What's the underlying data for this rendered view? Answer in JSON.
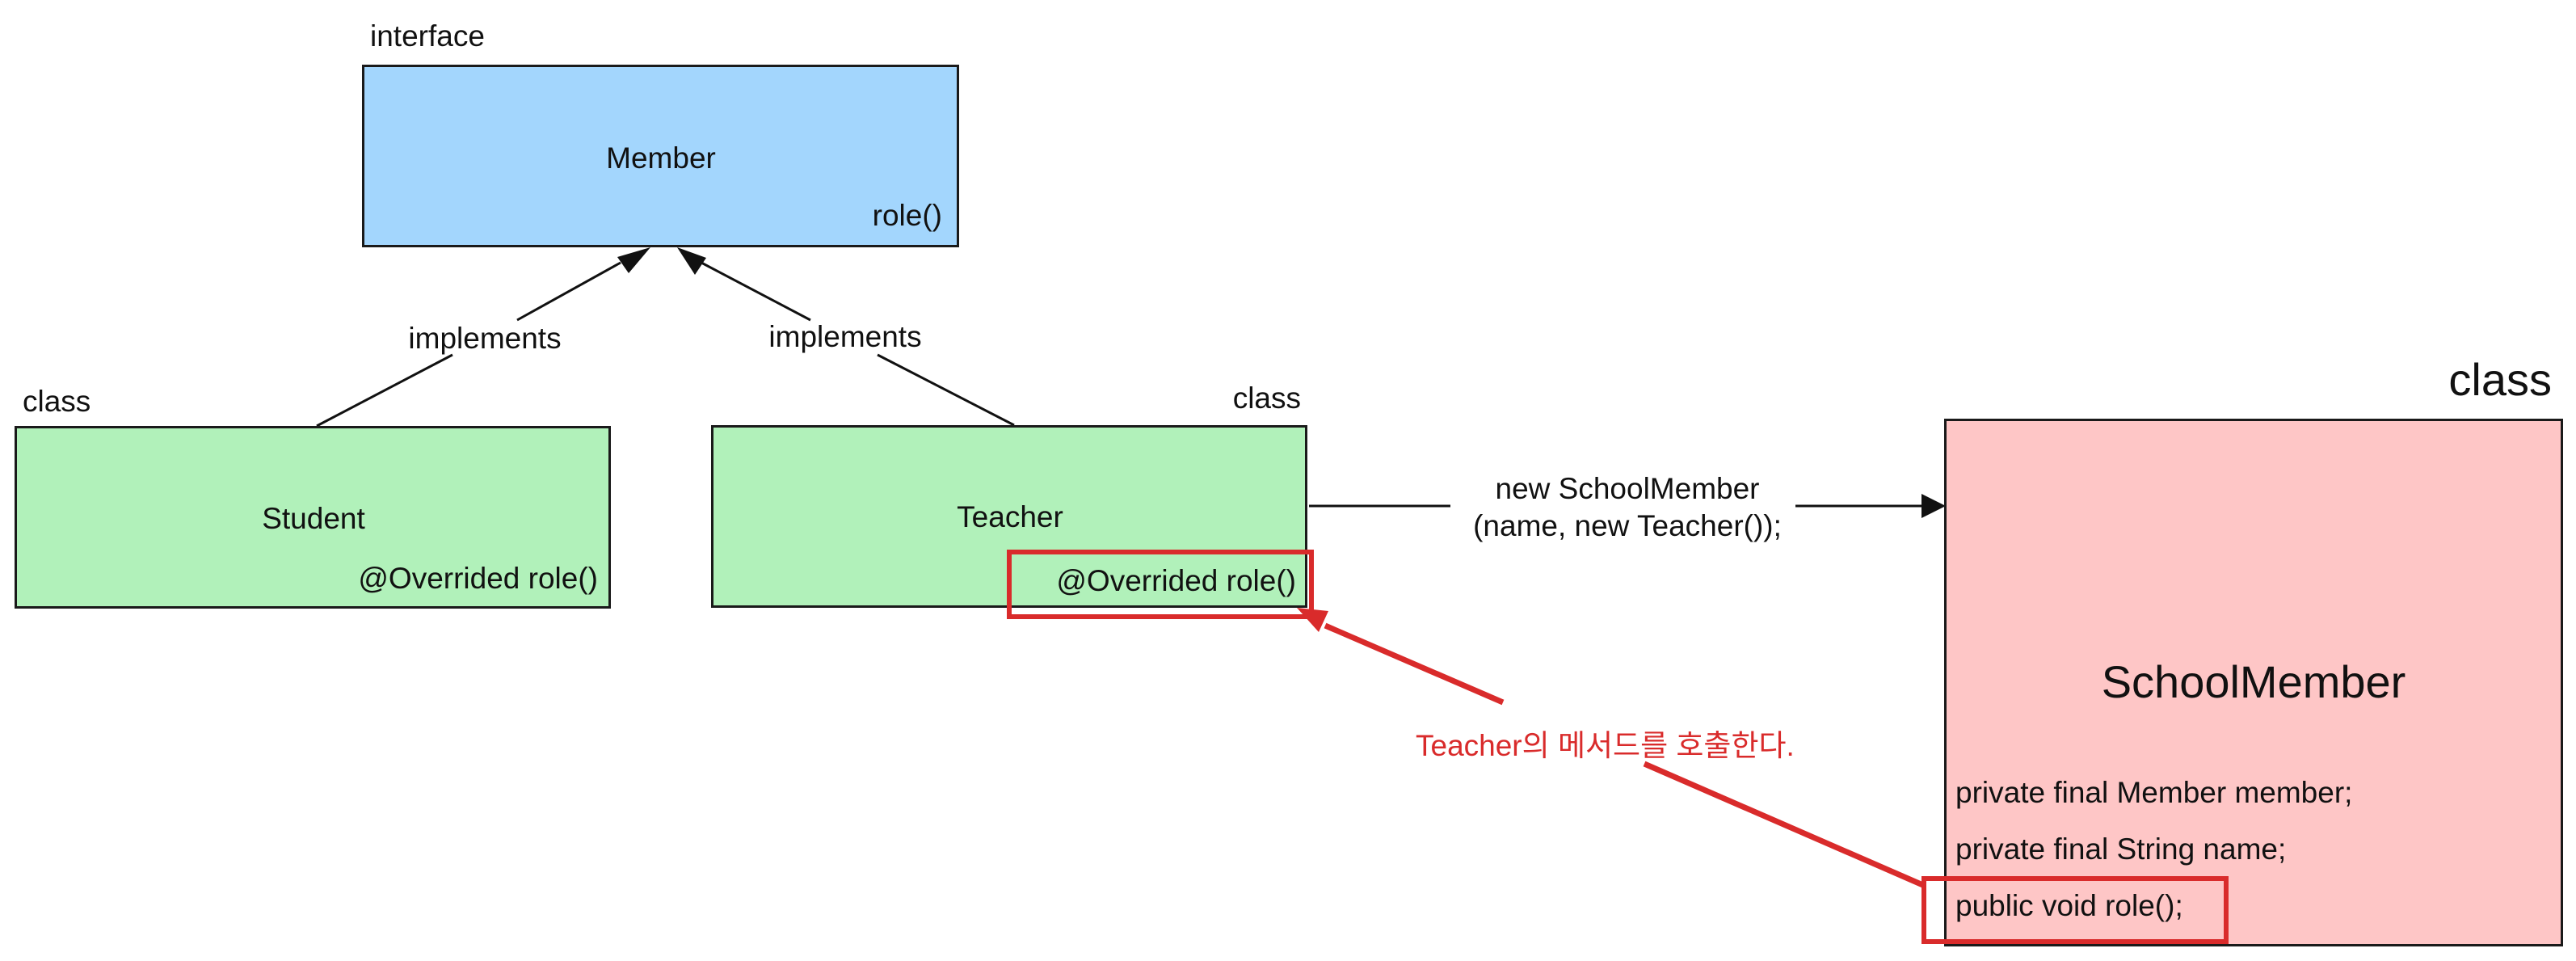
{
  "interface_stereotype": "interface",
  "member": {
    "name": "Member",
    "method": "role()"
  },
  "student": {
    "stereotype": "class",
    "name": "Student",
    "method": "@Overrided role()"
  },
  "teacher": {
    "stereotype": "class",
    "name": "Teacher",
    "method": "@Overrided role()"
  },
  "implements_left": "implements",
  "implements_right": "implements",
  "arrow_label": {
    "line1": "new SchoolMember",
    "line2": "(name, new Teacher());"
  },
  "school_member": {
    "stereotype": "class",
    "name": "SchoolMember",
    "fields": [
      "private final Member member;",
      "private final String name;"
    ],
    "method": "public void role();"
  },
  "annotation": "Teacher의 메서드를 호출한다.",
  "colors": {
    "interface_fill": "#a3d6fd",
    "class_fill": "#b1f1ba",
    "school_fill": "#fec6c6",
    "highlight": "#d92b2b"
  }
}
